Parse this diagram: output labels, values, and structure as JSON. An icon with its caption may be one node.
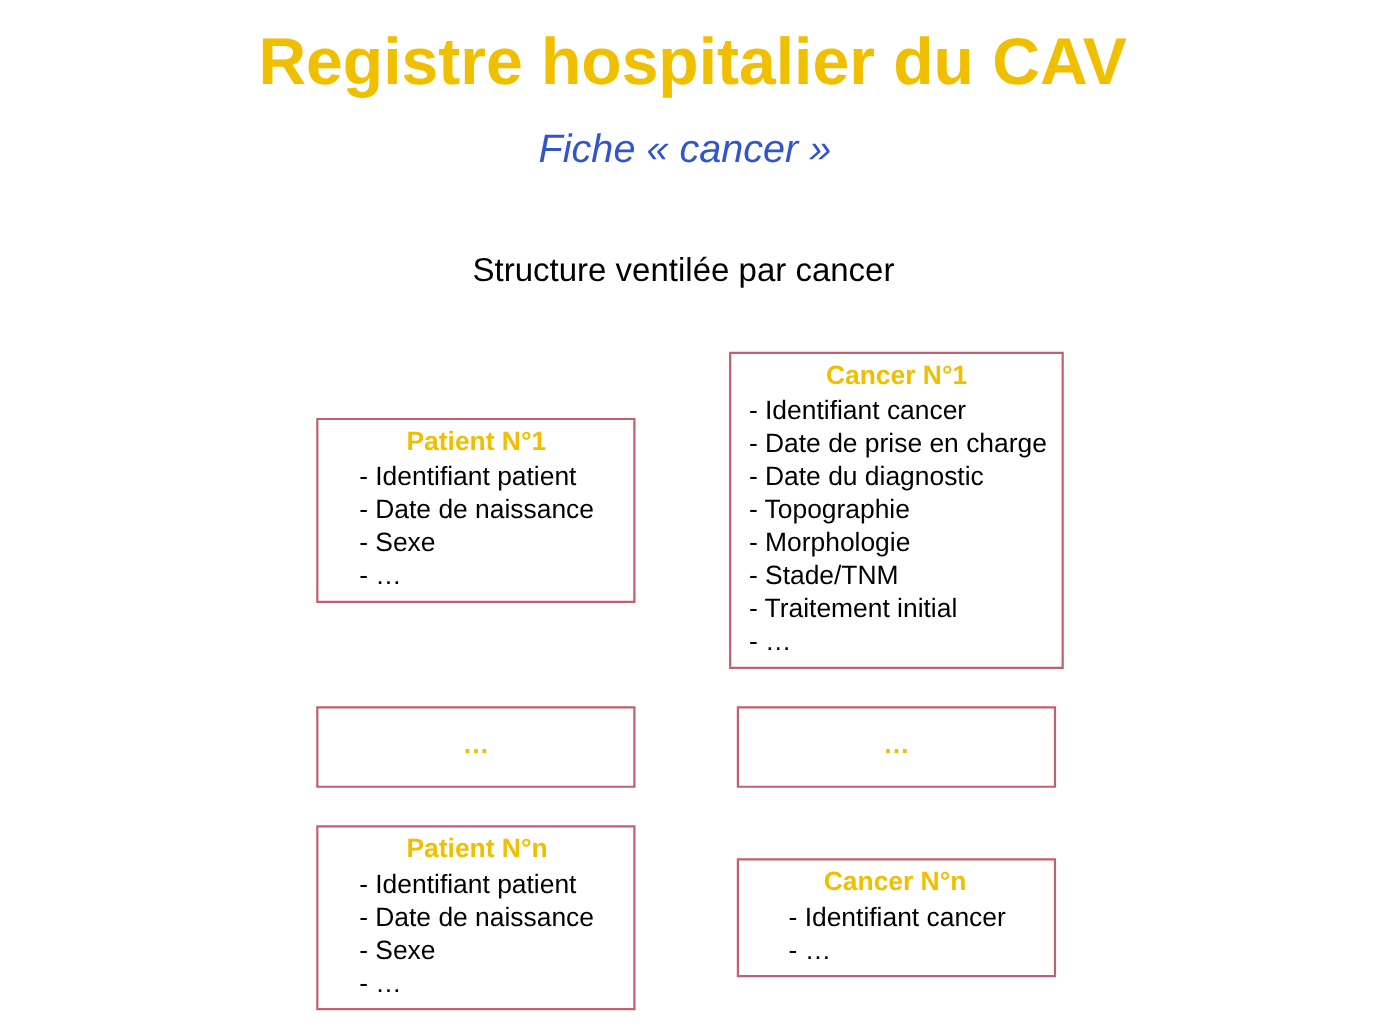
{
  "diagram": {
    "title": "Registre hospitalier du CAV",
    "nodes": [
      {
        "text": [
          "Patient N°1",
          "- Identifiant patient",
          "- Date de naissance",
          "- Sexe",
          "- …"
        ]
      },
      {
        "text": [
          "…"
        ]
      },
      {
        "text": [
          "Patient N°n",
          "- Identifiant patient",
          "- Date de naissance",
          "- Sexe",
          "- …"
        ]
      },
      {
        "text": [
          "Cancer N°1",
          "- Identifiant cancer",
          "- Date de prise en charge",
          "- Date du diagnostic",
          "- Topographie",
          "- Morphologie",
          "- Stade/TNM",
          "- Traitement initial",
          "- …"
        ]
      },
      {
        "text": [
          "…"
        ]
      },
      {
        "text": [
          "Cancer N°n",
          "- Identifiant cancer",
          "- …"
        ]
      }
    ],
    "edges": [],
    "labels": [
      "Fiche « cancer »",
      "Structure ventilée par cancer"
    ]
  }
}
